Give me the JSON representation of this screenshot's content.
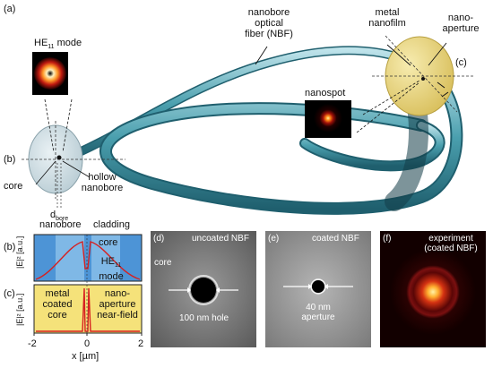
{
  "panel_labels": {
    "a": "(a)",
    "b": "(b)",
    "c": "(c)",
    "b2": "(b)",
    "c2": "(c)",
    "d": "(d)",
    "e": "(e)",
    "f": "(f)"
  },
  "labels": {
    "he11_mode": "HE",
    "he11_sub": "11",
    "he11_suffix": " mode",
    "nbf_line1": "nanobore",
    "nbf_line2": "optical",
    "nbf_line3": "fiber (NBF)",
    "metal_line1": "metal",
    "metal_line2": "nanofilm",
    "nanoap_line1": "nano-",
    "nanoap_line2": "aperture",
    "nanospot": "nanospot",
    "core": "core",
    "hollow_line1": "hollow",
    "hollow_line2": "nanobore",
    "d_bore": "d",
    "d_bore_sub": "bore"
  },
  "profile": {
    "nanobore": "nanobore",
    "cladding": "cladding",
    "core": "core",
    "he11_line1": "HE",
    "he11_sub": "11",
    "he11_line2": "mode",
    "ylabel_b": "|E|² [a.u.]",
    "ylabel_c": "|E|² [a.u.]",
    "metal_line1": "metal",
    "metal_line2": "coated",
    "metal_line3": "core",
    "nano_line1": "nano-",
    "nano_line2": "aperture",
    "nano_line3": "near-field",
    "xlabel": "x [µm]",
    "ticks": [
      "-2",
      "0",
      "2"
    ]
  },
  "sem_d": {
    "title": "uncoated NBF",
    "core": "core",
    "hole": "100 nm hole"
  },
  "sem_e": {
    "title": "coated NBF",
    "ap_line1": "40 nm",
    "ap_line2": "aperture"
  },
  "exp_f": {
    "line1": "experiment",
    "line2": "(coated NBF)"
  },
  "colors": {
    "fiber": "#4a9fae",
    "fiber_dark": "#1f5f6e",
    "metal": "#e8d47a",
    "cladding_blue": "#4d94d6",
    "core_blue": "#7fb8e6",
    "yellow": "#f5e27a",
    "curve_red": "#d62020"
  }
}
